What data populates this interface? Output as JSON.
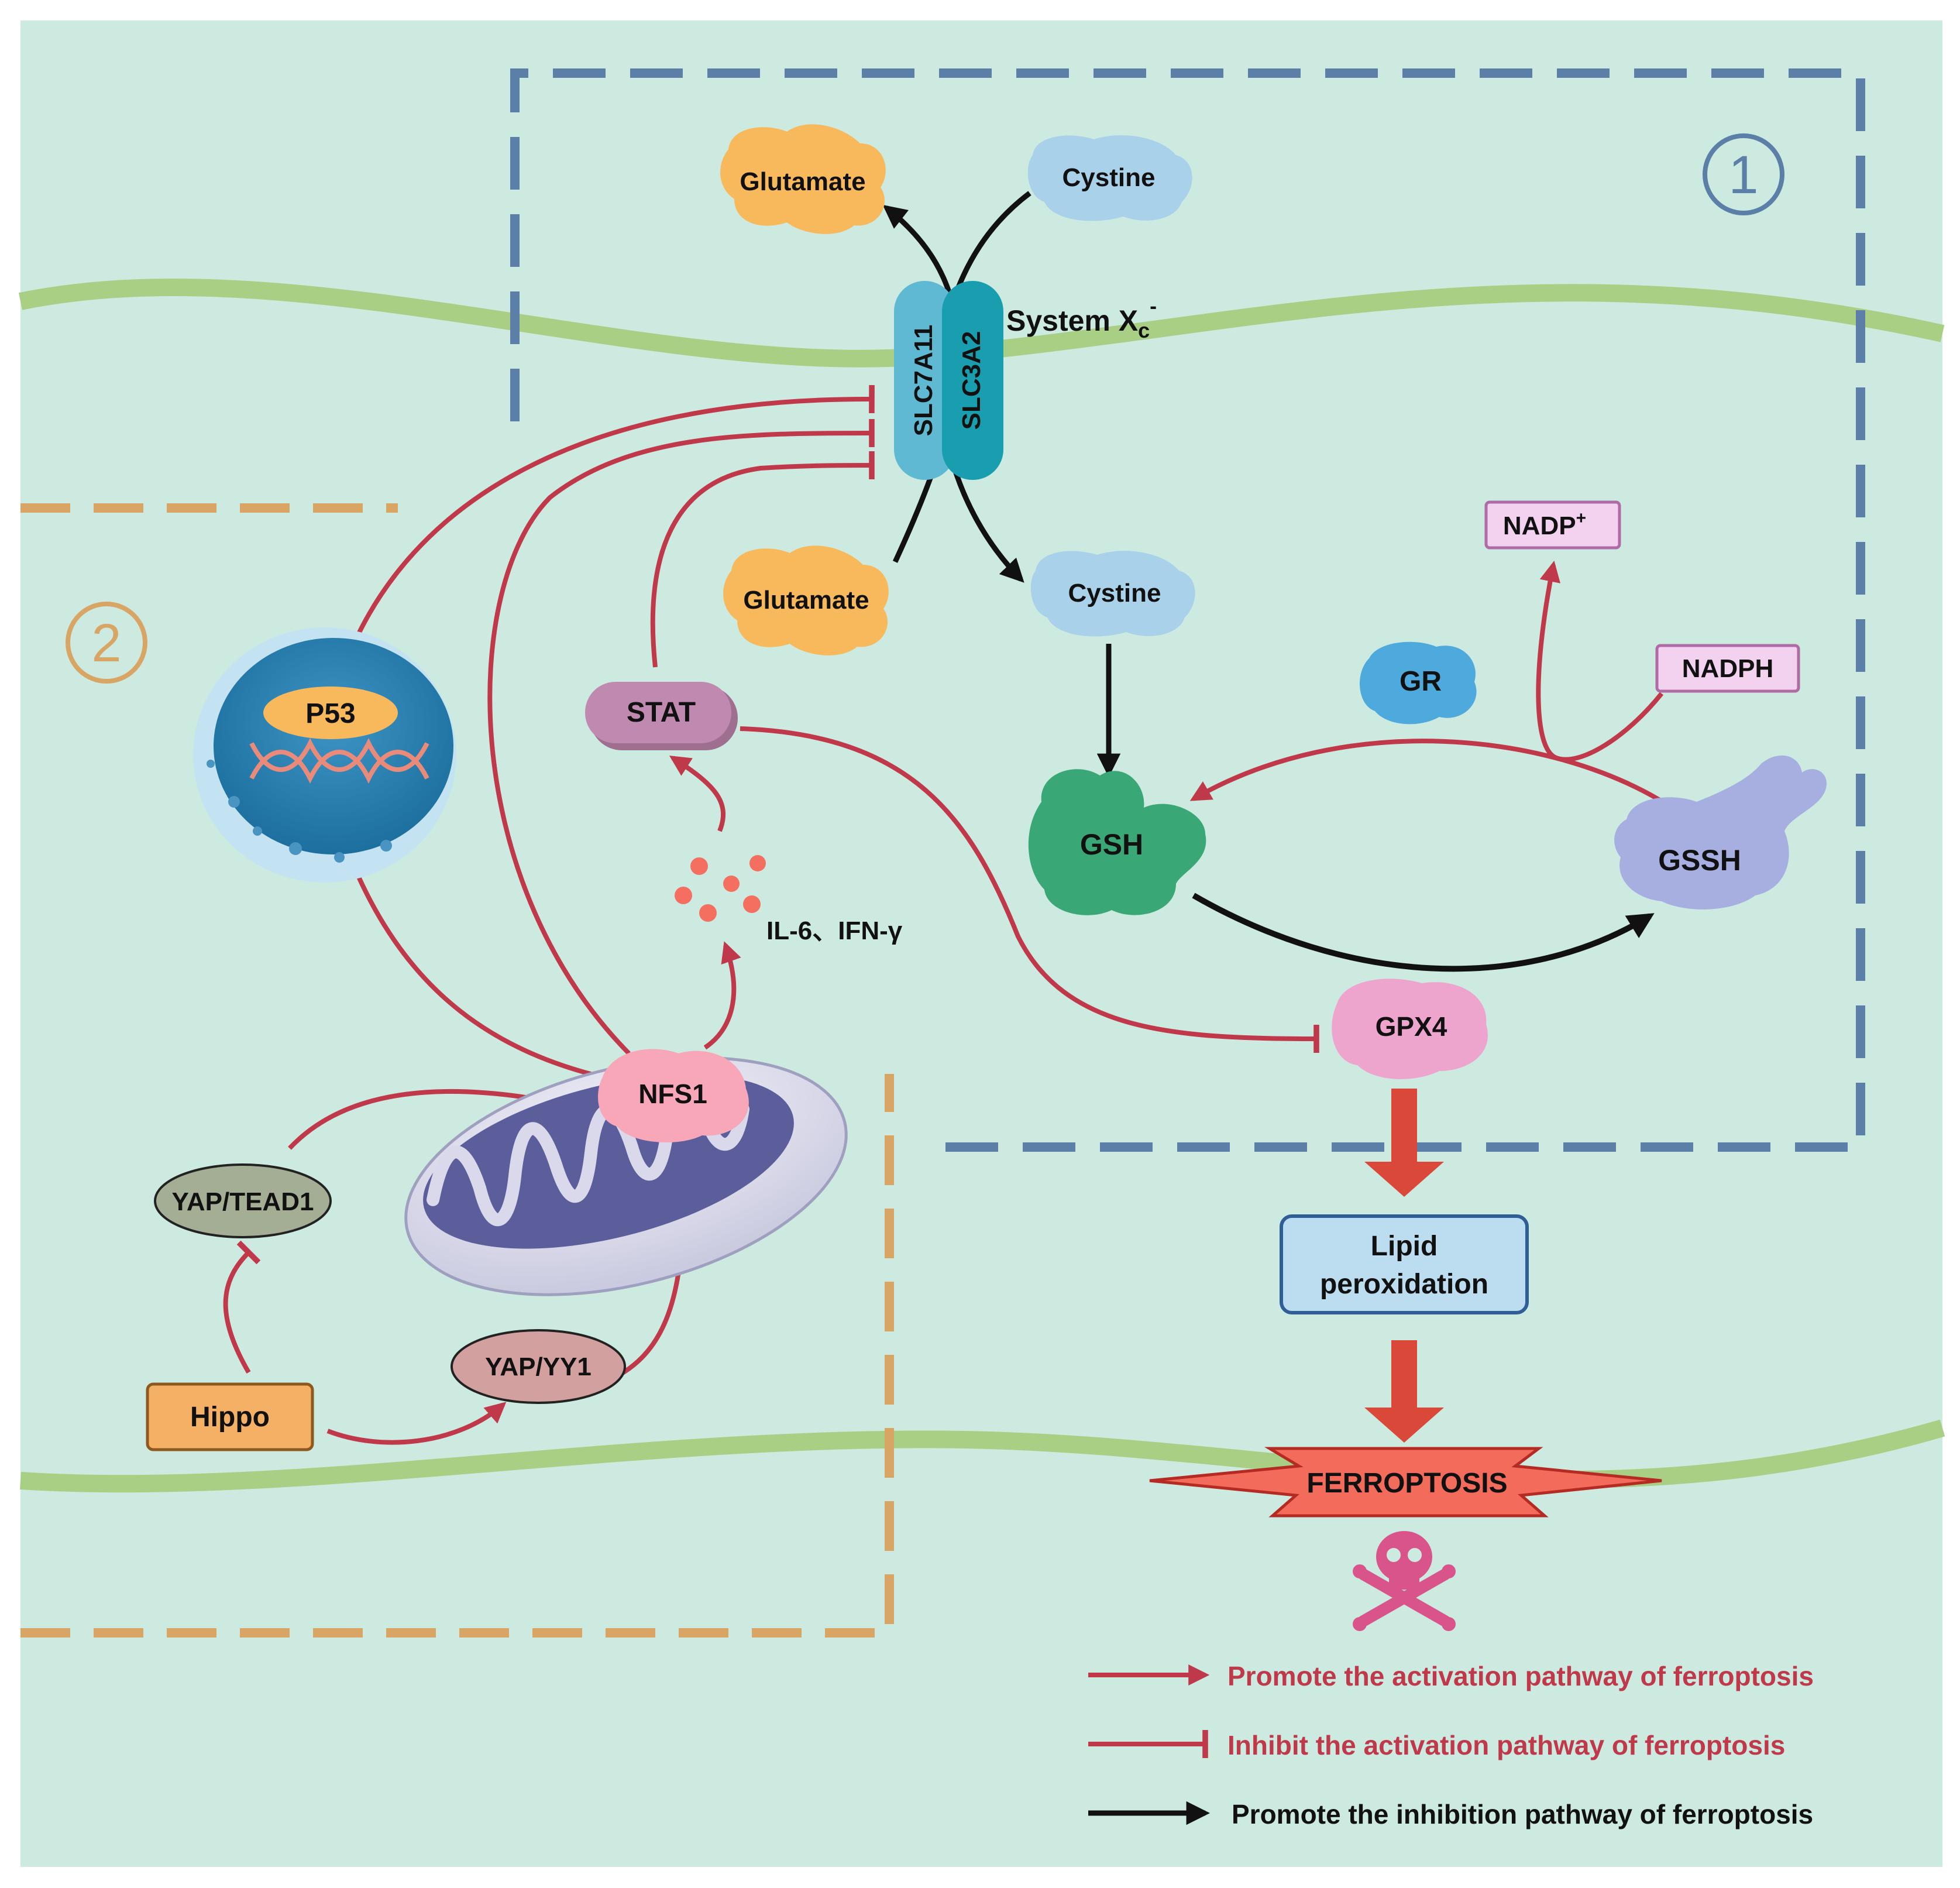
{
  "labels": {
    "glutamate_out": "Glutamate",
    "cystine_out": "Cystine",
    "slc7a11": "SLC7A11",
    "slc3a2": "SLC3A2",
    "system_xc": "System X",
    "system_xc_sub": "c",
    "system_xc_sup": "-",
    "glutamate_in": "Glutamate",
    "cystine_in": "Cystine",
    "nadp_plus": "NADP",
    "nadp_sup": "+",
    "nadph": "NADPH",
    "gr": "GR",
    "gsh": "GSH",
    "gssh": "GSSH",
    "gpx4": "GPX4",
    "lipid_line1": "Lipid",
    "lipid_line2": "peroxidation",
    "ferroptosis": "FERROPTOSIS",
    "p53": "P53",
    "stat": "STAT",
    "cytokines": "IL-6、IFN-γ",
    "nfs1": "NFS1",
    "yap_tead1": "YAP/TEAD1",
    "yap_yy1": "YAP/YY1",
    "hippo": "Hippo"
  },
  "regions": {
    "region1": "1",
    "region2": "2"
  },
  "legend": {
    "promote_activation": "Promote the activation pathway of ferroptosis",
    "inhibit_activation": "Inhibit the activation pathway of ferroptosis",
    "promote_inhibition": "Promote the inhibition pathway of ferroptosis"
  },
  "colors": {
    "background": "#cdeae0",
    "membrane": "#a9cf85",
    "pathway_red": "#c0394b",
    "pathway_black": "#111111",
    "region1_dash": "#5b7fa6",
    "region2_dash": "#d9a565",
    "glutamate": "#f7b95c",
    "cystine": "#a9d2ea",
    "gsh": "#3aa777",
    "gssh": "#a7aee0",
    "gpx4": "#eea5cd",
    "nfs1": "#f7a7b8",
    "ferroptosis": "#f26b5b",
    "lipid": "#bcdcf0",
    "hippo": "#f4b064",
    "nadp_box": "#f2d2ee"
  },
  "icons": {
    "death": "skull-crossbones-icon",
    "nucleus": "nucleus-icon",
    "mitochondrion": "mitochondrion-icon"
  }
}
